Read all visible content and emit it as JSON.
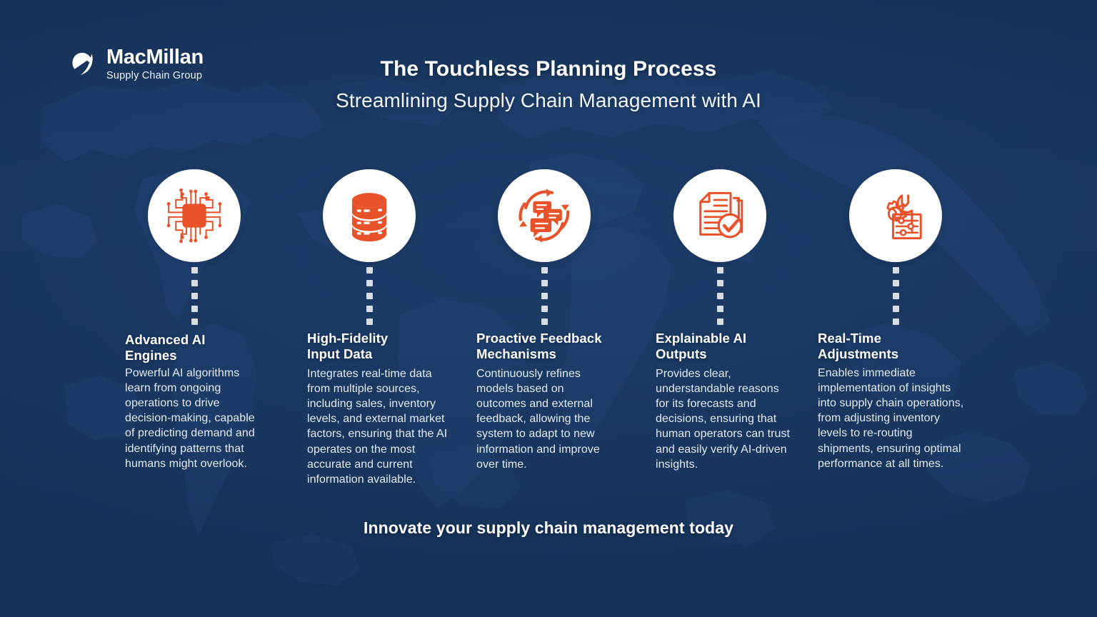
{
  "brand": {
    "name": "MacMillan",
    "tagline": "Supply Chain Group",
    "logo_icon": "macmillan-swoosh-logo"
  },
  "header": {
    "title": "The Touchless Planning Process",
    "subtitle": "Streamlining Supply Chain Management with AI"
  },
  "colors": {
    "background_navy": "#17345c",
    "accent_orange": "#e8522a",
    "circle_white": "#ffffff",
    "dot_gray": "#d6dde4",
    "heading_white": "#ffffff",
    "body_text": "#e4ebf3"
  },
  "steps": [
    {
      "icon": "cpu-chip-icon",
      "heading": "Advanced AI\nEngines",
      "body": "Powerful AI algorithms learn from ongoing operations to drive decision-making, capable of predicting demand and identifying patterns that humans might overlook."
    },
    {
      "icon": "database-stack-icon",
      "heading": "High-Fidelity\nInput Data",
      "body": "Integrates real-time data from multiple sources, including sales, inventory levels, and external market factors, ensuring that the AI operates on the most accurate and current information available."
    },
    {
      "icon": "feedback-loop-chat-icon",
      "heading": "Proactive Feedback\nMechanisms",
      "body": "Continuously refines models based on outcomes and external feedback, allowing the system to adapt to new information and improve over time."
    },
    {
      "icon": "documents-check-icon",
      "heading": "Explainable AI\nOutputs",
      "body": "Provides clear, understandable reasons for its forecasts and decisions, ensuring that human operators can trust and easily verify AI-driven insights."
    },
    {
      "icon": "gear-wrench-settings-icon",
      "heading": "Real-Time\nAdjustments",
      "body": "Enables immediate implementation of insights into supply chain operations, from adjusting inventory levels to re-routing shipments, ensuring optimal performance at all times."
    }
  ],
  "footer": {
    "cta": "Innovate your supply chain management today"
  }
}
